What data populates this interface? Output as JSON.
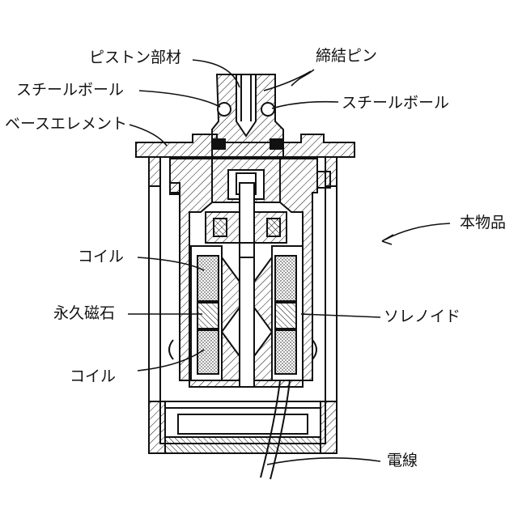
{
  "labels": {
    "piston": "ピストン部材",
    "pin": "締結ピン",
    "ball_left": "スチールボール",
    "ball_right": "スチールボール",
    "base": "ベースエレメント",
    "product": "本物品",
    "coil_top": "コイル",
    "magnet": "永久磁石",
    "solenoid": "ソレノイド",
    "coil_bottom": "コイル",
    "wire": "電線"
  },
  "colors": {
    "line": "#111111",
    "background": "#ffffff"
  }
}
